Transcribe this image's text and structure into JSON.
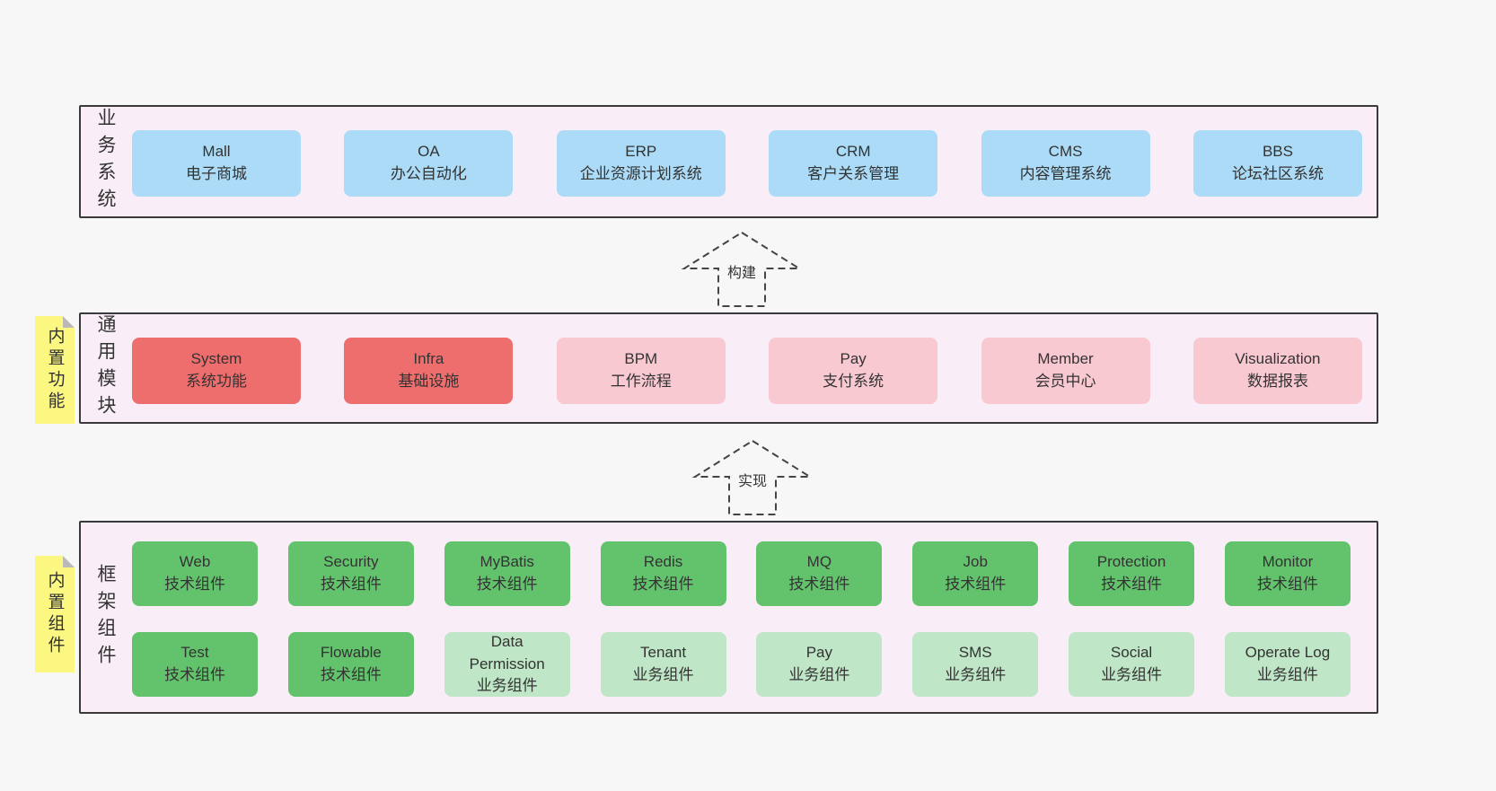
{
  "business_layer": {
    "label": "业务系统",
    "boxes": [
      {
        "title": "Mall",
        "subtitle": "电子商城"
      },
      {
        "title": "OA",
        "subtitle": "办公自动化"
      },
      {
        "title": "ERP",
        "subtitle": "企业资源计划系统"
      },
      {
        "title": "CRM",
        "subtitle": "客户关系管理"
      },
      {
        "title": "CMS",
        "subtitle": "内容管理系统"
      },
      {
        "title": "BBS",
        "subtitle": "论坛社区系统"
      }
    ]
  },
  "build_arrow": {
    "label": "构建"
  },
  "module_layer": {
    "label": "通用模块",
    "sticky": "内置功能",
    "boxes": [
      {
        "title": "System",
        "subtitle": "系统功能"
      },
      {
        "title": "Infra",
        "subtitle": "基础设施"
      },
      {
        "title": "BPM",
        "subtitle": "工作流程"
      },
      {
        "title": "Pay",
        "subtitle": "支付系统"
      },
      {
        "title": "Member",
        "subtitle": "会员中心"
      },
      {
        "title": "Visualization",
        "subtitle": "数据报表"
      }
    ]
  },
  "implement_arrow": {
    "label": "实现"
  },
  "component_layer": {
    "label": "框架组件",
    "sticky": "内置组件",
    "row1": [
      {
        "title": "Web",
        "subtitle": "技术组件"
      },
      {
        "title": "Security",
        "subtitle": "技术组件"
      },
      {
        "title": "MyBatis",
        "subtitle": "技术组件"
      },
      {
        "title": "Redis",
        "subtitle": "技术组件"
      },
      {
        "title": "MQ",
        "subtitle": "技术组件"
      },
      {
        "title": "Job",
        "subtitle": "技术组件"
      },
      {
        "title": "Protection",
        "subtitle": "技术组件"
      },
      {
        "title": "Monitor",
        "subtitle": "技术组件"
      }
    ],
    "row2": [
      {
        "title": "Test",
        "subtitle": "技术组件"
      },
      {
        "title": "Flowable",
        "subtitle": "技术组件"
      },
      {
        "title": "Data Permission",
        "subtitle": "业务组件"
      },
      {
        "title": "Tenant",
        "subtitle": "业务组件"
      },
      {
        "title": "Pay",
        "subtitle": "业务组件"
      },
      {
        "title": "SMS",
        "subtitle": "业务组件"
      },
      {
        "title": "Social",
        "subtitle": "业务组件"
      },
      {
        "title": "Operate Log",
        "subtitle": "业务组件"
      }
    ]
  },
  "colors": {
    "blue": "#abdbf6",
    "red": "#ee6e6e",
    "pink": "#f9c9d2",
    "green_dark": "#63c36d",
    "green_light": "#bfe6c6",
    "sticky_yellow": "#fbf780",
    "layer_fill": "#f9eef8",
    "background": "#f7f7f7"
  }
}
